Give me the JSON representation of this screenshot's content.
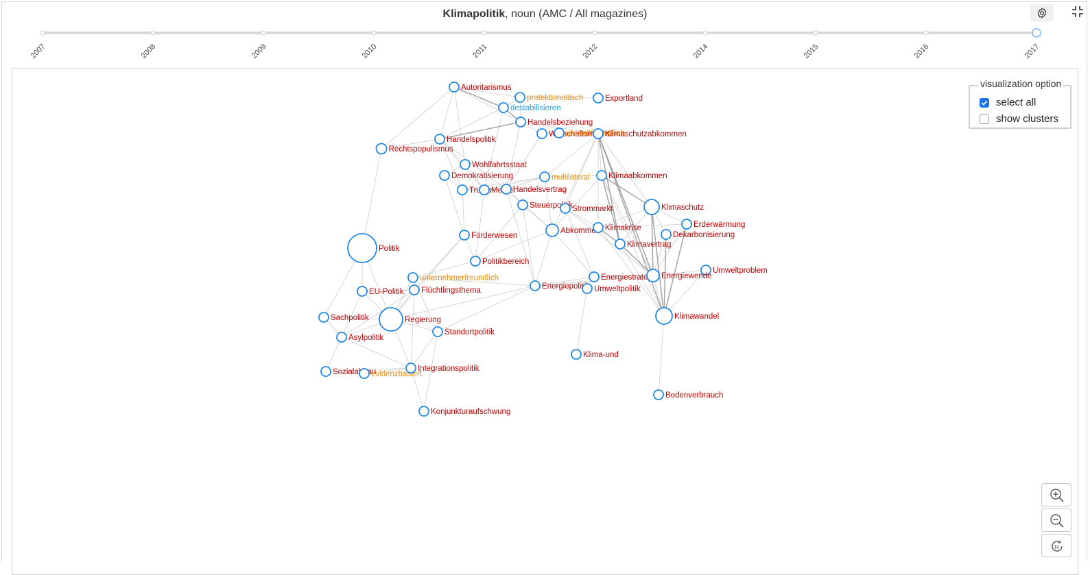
{
  "header": {
    "term": "Klimapolitik",
    "subtitle": ", noun (AMC / All magazines)"
  },
  "toolbar": {
    "settings_icon": "gear-icon",
    "collapse_icon": "collapse-icon"
  },
  "timeline": {
    "years": [
      "2007",
      "2008",
      "2009",
      "2010",
      "2011",
      "2012",
      "2014",
      "2015",
      "2016",
      "2017"
    ],
    "selected": "2017"
  },
  "visualization_option": {
    "legend": "visualization option",
    "select_all_label": "select all",
    "select_all_checked": true,
    "show_clusters_label": "show clusters",
    "show_clusters_checked": false
  },
  "zoom_controls": {
    "zoom_in_icon": "zoom-in-icon",
    "zoom_out_icon": "zoom-out-icon",
    "reset_icon": "reset-icon"
  },
  "colors": {
    "node_stroke": "#1f87e6",
    "label_red": "#c00000",
    "label_orange": "#f08c00",
    "label_blue": "#1aa6e6",
    "edge": "#b8b8b8"
  },
  "graph": {
    "nodes": [
      {
        "id": "Autoritarismus",
        "label": "Autoritarismus",
        "color": "red"
      },
      {
        "id": "protektionistisch",
        "label": "protektionistisch",
        "color": "orange"
      },
      {
        "id": "destabilisieren",
        "label": "destabilisieren",
        "color": "blue"
      },
      {
        "id": "Exportland",
        "label": "Exportland",
        "color": "red"
      },
      {
        "id": "Handelsbeziehung",
        "label": "Handelsbeziehung",
        "color": "red"
      },
      {
        "id": "Wirtschaftsmacht",
        "label": "Wirtschaftsmacht",
        "color": "red"
      },
      {
        "id": "umweltfreundlich",
        "label": "umweltfreundlich",
        "color": "orange"
      },
      {
        "id": "Klimaschutzabkommen",
        "label": "Klimaschutzabkommen",
        "color": "red"
      },
      {
        "id": "Handelspolitik",
        "label": "Handelspolitik",
        "color": "red"
      },
      {
        "id": "Rechtspopulismus",
        "label": "Rechtspopulismus",
        "color": "red"
      },
      {
        "id": "Wohlfahrtsstaat",
        "label": "Wohlfahrtsstaat",
        "color": "red"
      },
      {
        "id": "Demokratisierung",
        "label": "Demokratisierung",
        "color": "red"
      },
      {
        "id": "multilateral",
        "label": "multilateral",
        "color": "orange"
      },
      {
        "id": "Klimaabkommen",
        "label": "Klimaabkommen",
        "color": "red"
      },
      {
        "id": "Trump",
        "label": "Trump",
        "color": "red"
      },
      {
        "id": "Merkel",
        "label": "Merkel",
        "color": "red"
      },
      {
        "id": "Handelsvertrag",
        "label": "Handelsvertrag",
        "color": "red"
      },
      {
        "id": "Steuerpolitik",
        "label": "Steuerpolitik",
        "color": "red"
      },
      {
        "id": "Strommarkt",
        "label": "Strommarkt",
        "color": "red"
      },
      {
        "id": "Klimaschutz",
        "label": "Klimaschutz",
        "color": "red"
      },
      {
        "id": "Erderwaermung",
        "label": "Erderwärmung",
        "color": "red"
      },
      {
        "id": "Abkommen",
        "label": "Abkommen",
        "color": "red"
      },
      {
        "id": "Klimakrise",
        "label": "Klimakrise",
        "color": "red"
      },
      {
        "id": "Dekarbonisierung",
        "label": "Dekarbonisierung",
        "color": "red"
      },
      {
        "id": "Foerderwesen",
        "label": "Förderwesen",
        "color": "red"
      },
      {
        "id": "Klimavertrag",
        "label": "Klimavertrag",
        "color": "red"
      },
      {
        "id": "Politik",
        "label": "Politik",
        "color": "red"
      },
      {
        "id": "Politikbereich",
        "label": "Politikbereich",
        "color": "red"
      },
      {
        "id": "Umweltproblem",
        "label": "Umweltproblem",
        "color": "red"
      },
      {
        "id": "unternehmerfreundlich",
        "label": "unternehmerfreundlich",
        "color": "orange"
      },
      {
        "id": "Energiestrategie",
        "label": "Energiestrategie",
        "color": "red"
      },
      {
        "id": "Energiewende",
        "label": "Energiewende",
        "color": "red"
      },
      {
        "id": "Energiepolitik",
        "label": "Energiepolitik",
        "color": "red"
      },
      {
        "id": "Umweltpolitik",
        "label": "Umweltpolitik",
        "color": "red"
      },
      {
        "id": "EU-Politik",
        "label": "EU-Politik",
        "color": "red"
      },
      {
        "id": "Fluechtlingsthema",
        "label": "Flüchtlingsthema",
        "color": "red"
      },
      {
        "id": "Sachpolitik",
        "label": "Sachpolitik",
        "color": "red"
      },
      {
        "id": "Regierung",
        "label": "Regierung",
        "color": "red"
      },
      {
        "id": "Klimawandel",
        "label": "Klimawandel",
        "color": "red"
      },
      {
        "id": "Asylpolitik",
        "label": "Asylpolitik",
        "color": "red"
      },
      {
        "id": "Standortpolitik",
        "label": "Standortpolitik",
        "color": "red"
      },
      {
        "id": "Klima-und",
        "label": "Klima-und",
        "color": "red"
      },
      {
        "id": "Sozialabbau",
        "label": "Sozialabbau",
        "color": "red"
      },
      {
        "id": "evidenzbasiert",
        "label": "evidenzbasiert",
        "color": "orange"
      },
      {
        "id": "Integrationspolitik",
        "label": "Integrationspolitik",
        "color": "red"
      },
      {
        "id": "Bodenverbrauch",
        "label": "Bodenverbrauch",
        "color": "red"
      },
      {
        "id": "Konjunkturaufschwung",
        "label": "Konjunkturaufschwung",
        "color": "red"
      }
    ],
    "edges": [
      [
        "Autoritarismus",
        "destabilisieren"
      ],
      [
        "Autoritarismus",
        "Handelsbeziehung"
      ],
      [
        "Autoritarismus",
        "Handelspolitik"
      ],
      [
        "Autoritarismus",
        "Rechtspopulismus"
      ],
      [
        "Autoritarismus",
        "Wohlfahrtsstaat"
      ],
      [
        "Autoritarismus",
        "protektionistisch"
      ],
      [
        "protektionistisch",
        "destabilisieren"
      ],
      [
        "protektionistisch",
        "Handelsbeziehung"
      ],
      [
        "protektionistisch",
        "Exportland"
      ],
      [
        "destabilisieren",
        "Handelsbeziehung"
      ],
      [
        "destabilisieren",
        "Handelspolitik"
      ],
      [
        "destabilisieren",
        "Merkel"
      ],
      [
        "Handelsbeziehung",
        "Handelspolitik"
      ],
      [
        "Handelsbeziehung",
        "Wirtschaftsmacht"
      ],
      [
        "Handelsbeziehung",
        "Handelsvertrag"
      ],
      [
        "Handelsbeziehung",
        "Klimaschutzabkommen"
      ],
      [
        "Handelspolitik",
        "Trump"
      ],
      [
        "Handelspolitik",
        "Wohlfahrtsstaat"
      ],
      [
        "Handelspolitik",
        "Merkel"
      ],
      [
        "Handelspolitik",
        "Handelsvertrag"
      ],
      [
        "Wirtschaftsmacht",
        "umweltfreundlich"
      ],
      [
        "Wirtschaftsmacht",
        "Klimaschutzabkommen"
      ],
      [
        "umweltfreundlich",
        "Klimaschutzabkommen"
      ],
      [
        "Klimaschutzabkommen",
        "Klimaabkommen"
      ],
      [
        "Klimaschutzabkommen",
        "multilateral"
      ],
      [
        "Klimaschutzabkommen",
        "Klimaschutz"
      ],
      [
        "Klimaschutzabkommen",
        "Klimavertrag"
      ],
      [
        "Klimaschutzabkommen",
        "Energiewende"
      ],
      [
        "Klimaschutzabkommen",
        "Klimawandel"
      ],
      [
        "Klimaschutzabkommen",
        "Abkommen"
      ],
      [
        "Klimaschutzabkommen",
        "Strommarkt"
      ],
      [
        "Klimaschutzabkommen",
        "Klimakrise"
      ],
      [
        "Klimaabkommen",
        "Klimavertrag"
      ],
      [
        "Klimaabkommen",
        "multilateral"
      ],
      [
        "Klimaabkommen",
        "Klimaschutz"
      ],
      [
        "Klimaabkommen",
        "Energiewende"
      ],
      [
        "Klimaabkommen",
        "Klimawandel"
      ],
      [
        "Klimaabkommen",
        "Abkommen"
      ],
      [
        "multilateral",
        "Handelsvertrag"
      ],
      [
        "multilateral",
        "Merkel"
      ],
      [
        "multilateral",
        "Trump"
      ],
      [
        "multilateral",
        "Abkommen"
      ],
      [
        "Trump",
        "Merkel"
      ],
      [
        "Trump",
        "Handelsvertrag"
      ],
      [
        "Merkel",
        "Handelsvertrag"
      ],
      [
        "Handelsvertrag",
        "Abkommen"
      ],
      [
        "Handelsvertrag",
        "Steuerpolitik"
      ],
      [
        "Demokratisierung",
        "Trump"
      ],
      [
        "Demokratisierung",
        "Foerderwesen"
      ],
      [
        "Demokratisierung",
        "Wohlfahrtsstaat"
      ],
      [
        "Wohlfahrtsstaat",
        "Merkel"
      ],
      [
        "Steuerpolitik",
        "Strommarkt"
      ],
      [
        "Steuerpolitik",
        "Politikbereich"
      ],
      [
        "Steuerpolitik",
        "Abkommen"
      ],
      [
        "Strommarkt",
        "Energiewende"
      ],
      [
        "Strommarkt",
        "Klimakrise"
      ],
      [
        "Strommarkt",
        "Energiestrategie"
      ],
      [
        "Klimaschutz",
        "Klimawandel"
      ],
      [
        "Klimaschutz",
        "Energiewende"
      ],
      [
        "Klimaschutz",
        "Erderwaermung"
      ],
      [
        "Klimaschutz",
        "Klimakrise"
      ],
      [
        "Klimaschutz",
        "Dekarbonisierung"
      ],
      [
        "Klimaschutz",
        "Klimavertrag"
      ],
      [
        "Erderwaermung",
        "Klimawandel"
      ],
      [
        "Erderwaermung",
        "Klimakrise"
      ],
      [
        "Erderwaermung",
        "Energiewende"
      ],
      [
        "Klimakrise",
        "Klimavertrag"
      ],
      [
        "Klimakrise",
        "Klimawandel"
      ],
      [
        "Klimakrise",
        "Abkommen"
      ],
      [
        "Klimavertrag",
        "Energiewende"
      ],
      [
        "Klimavertrag",
        "Klimawandel"
      ],
      [
        "Dekarbonisierung",
        "Energiewende"
      ],
      [
        "Dekarbonisierung",
        "Klimawandel"
      ],
      [
        "Energiewende",
        "Energiestrategie"
      ],
      [
        "Energiewende",
        "Energiepolitik"
      ],
      [
        "Energiewende",
        "Umweltproblem"
      ],
      [
        "Energiewende",
        "Klimawandel"
      ],
      [
        "Energiepolitik",
        "Energiestrategie"
      ],
      [
        "Energiepolitik",
        "Umweltpolitik"
      ],
      [
        "Energiepolitik",
        "Abkommen"
      ],
      [
        "Energiepolitik",
        "Regierung"
      ],
      [
        "Umweltpolitik",
        "Klima-und"
      ],
      [
        "Umweltpolitik",
        "Energiestrategie"
      ],
      [
        "Klimawandel",
        "Bodenverbrauch"
      ],
      [
        "Klimawandel",
        "Umweltproblem"
      ],
      [
        "Abkommen",
        "Energiestrategie"
      ],
      [
        "Foerderwesen",
        "Politikbereich"
      ],
      [
        "Foerderwesen",
        "Regierung"
      ],
      [
        "Politikbereich",
        "unternehmerfreundlich"
      ],
      [
        "Politikbereich",
        "Abkommen"
      ],
      [
        "Politikbereich",
        "Merkel"
      ],
      [
        "Politik",
        "Regierung"
      ],
      [
        "Politik",
        "Rechtspopulismus"
      ],
      [
        "Politik",
        "Sachpolitik"
      ],
      [
        "Politik",
        "EU-Politik"
      ],
      [
        "Regierung",
        "EU-Politik"
      ],
      [
        "Regierung",
        "Sachpolitik"
      ],
      [
        "Regierung",
        "Asylpolitik"
      ],
      [
        "Regierung",
        "Integrationspolitik"
      ],
      [
        "Regierung",
        "Standortpolitik"
      ],
      [
        "Regierung",
        "Fluechtlingsthema"
      ],
      [
        "Regierung",
        "unternehmerfreundlich"
      ],
      [
        "Fluechtlingsthema",
        "Asylpolitik"
      ],
      [
        "Fluechtlingsthema",
        "Integrationspolitik"
      ],
      [
        "Fluechtlingsthema",
        "EU-Politik"
      ],
      [
        "Asylpolitik",
        "Integrationspolitik"
      ],
      [
        "Asylpolitik",
        "Sozialabbau"
      ],
      [
        "Integrationspolitik",
        "Sozialabbau"
      ],
      [
        "Integrationspolitik",
        "evidenzbasiert"
      ],
      [
        "Integrationspolitik",
        "Standortpolitik"
      ],
      [
        "Standortpolitik",
        "unternehmerfreundlich"
      ],
      [
        "Standortpolitik",
        "Energiepolitik"
      ],
      [
        "Konjunkturaufschwung",
        "Standortpolitik"
      ],
      [
        "Konjunkturaufschwung",
        "Integrationspolitik"
      ],
      [
        "Sozialabbau",
        "evidenzbasiert"
      ],
      [
        "Sachpolitik",
        "Asylpolitik"
      ],
      [
        "EU-Politik",
        "Asylpolitik"
      ],
      [
        "unternehmerfreundlich",
        "Energiepolitik"
      ],
      [
        "Foerderwesen",
        "Fluechtlingsthema"
      ],
      [
        "Trump",
        "Foerderwesen"
      ],
      [
        "Rechtspopulismus",
        "Handelspolitik"
      ],
      [
        "Handelsvertrag",
        "Energiepolitik"
      ],
      [
        "Steuerpolitik",
        "Energiepolitik"
      ],
      [
        "Wirtschaftsmacht",
        "Handelsvertrag"
      ]
    ]
  }
}
